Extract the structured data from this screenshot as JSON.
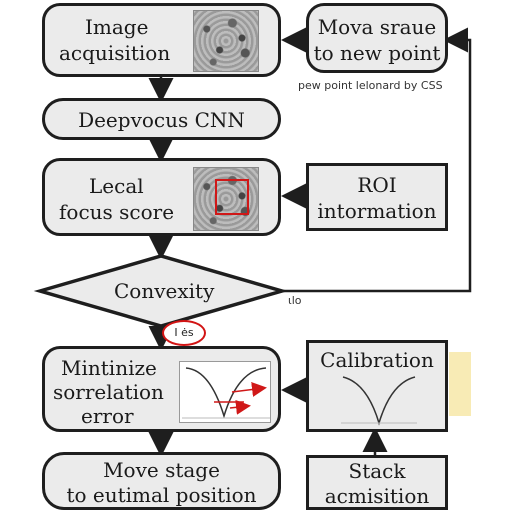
{
  "nodes": {
    "image_acquisition": {
      "line1": "Image",
      "line2": "acquisition"
    },
    "move_stage_new": {
      "line1": "Mova sraue",
      "line2": "to new point"
    },
    "new_point_note": "pew point lelonard by CSS",
    "deepfocus": {
      "label": "Deepvocus CNN"
    },
    "local_focus": {
      "line1": "Lecal",
      "line2": "focus score"
    },
    "roi": {
      "line1": "ROI",
      "line2": "intormation"
    },
    "convexity": {
      "label": "Convexity",
      "no_label": "ιlo",
      "yes_label": "Ι ės"
    },
    "minimize": {
      "line1": "Mintinize",
      "line2": "sorrelation",
      "line3": "error"
    },
    "calibration": {
      "label": "Calibration"
    },
    "move_optimal": {
      "line1": "Move stage",
      "line2": "to eutimal position"
    },
    "stack": {
      "line1": "Stack",
      "line2": "acmisition"
    }
  },
  "colors": {
    "box_fill": "#ebebeb",
    "stroke": "#1e1e1e",
    "accent_red": "#d01818",
    "highlight": "#f7e7a8"
  }
}
